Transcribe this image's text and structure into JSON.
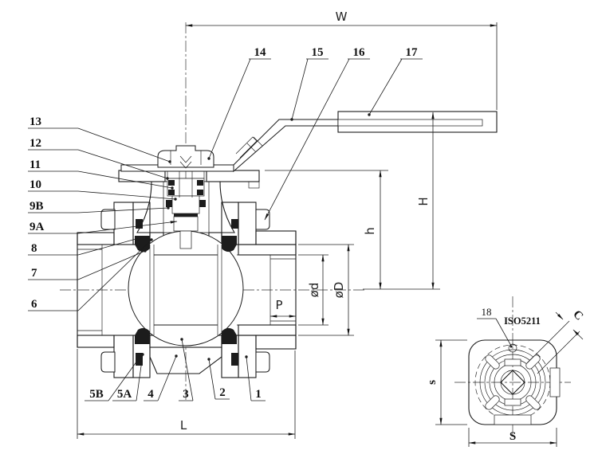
{
  "drawing_type": "ball-valve-sectional-technical-drawing",
  "colors": {
    "line": "#1a1a1a",
    "background": "#ffffff"
  },
  "labels": {
    "n1": "1",
    "n2": "2",
    "n3": "3",
    "n4": "4",
    "n5A": "5A",
    "n5B": "5B",
    "n6": "6",
    "n7": "7",
    "n8": "8",
    "n9A": "9A",
    "n9B": "9B",
    "n10": "10",
    "n11": "11",
    "n12": "12",
    "n13": "13",
    "n14": "14",
    "n15": "15",
    "n16": "16",
    "n17": "17",
    "n18": "18"
  },
  "dims": {
    "W": "W",
    "H": "H",
    "h": "h",
    "L": "L",
    "P": "P",
    "bore": "ød",
    "outer": "øD",
    "s": "s",
    "S": "S",
    "C": "C"
  },
  "texts": {
    "iso": "ISO5211"
  }
}
